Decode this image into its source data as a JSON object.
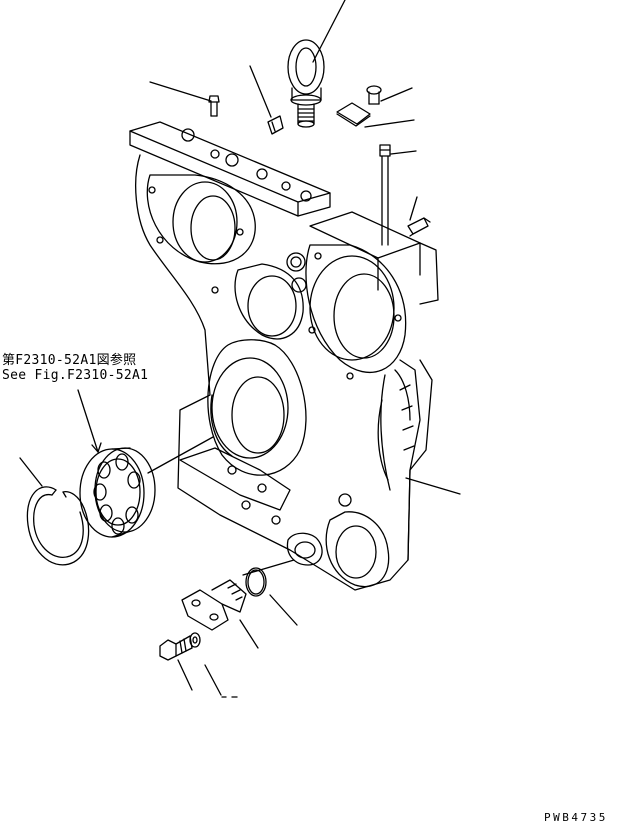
{
  "reference": {
    "ja": "第F2310-52A1図参照",
    "en": "See Fig.F2310-52A1"
  },
  "drawing_code": "PWB4735",
  "parts": [
    "lifting-eye-bolt",
    "mounting-bolt-upper",
    "plug-upper",
    "cover-plate-screw",
    "cover-plate",
    "long-bolt",
    "plug-side",
    "front-housing",
    "bearing",
    "snap-ring",
    "o-ring",
    "elbow-fitting",
    "flange-bolt",
    "washer"
  ]
}
